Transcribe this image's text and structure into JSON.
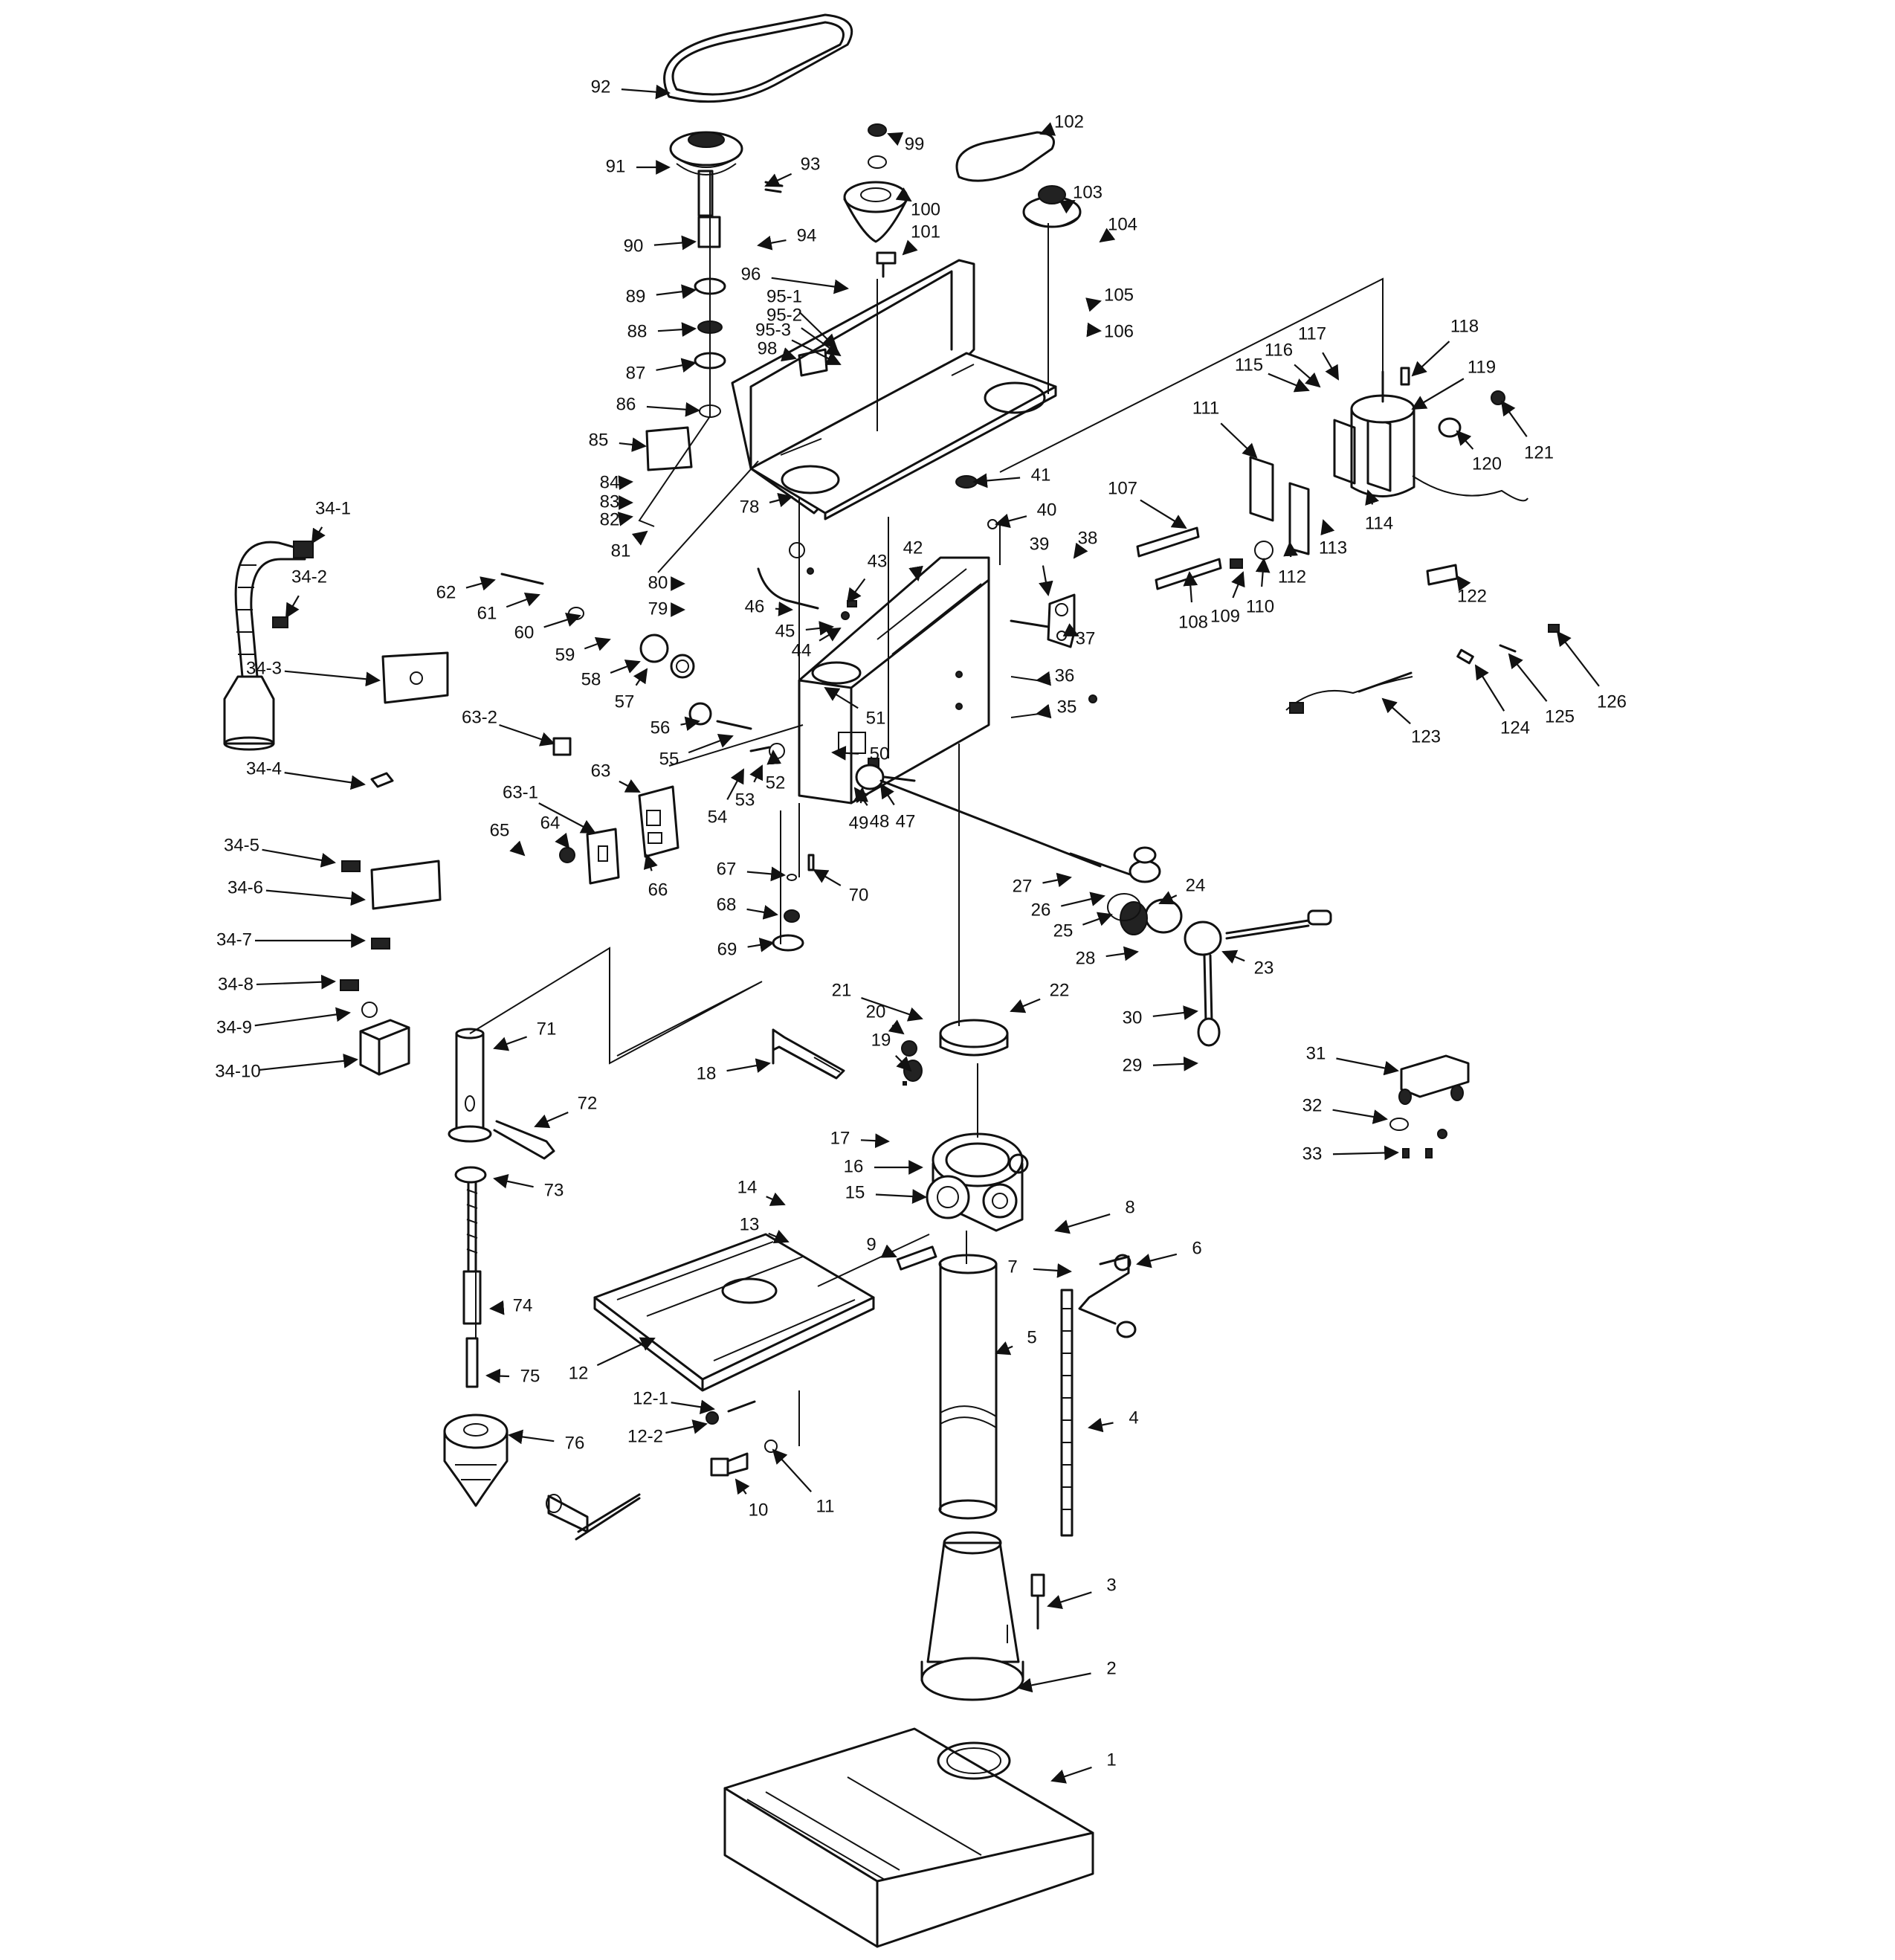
{
  "labels": [
    "1",
    "2",
    "3",
    "4",
    "5",
    "6",
    "7",
    "8",
    "9",
    "10",
    "11",
    "12",
    "12-1",
    "12-2",
    "13",
    "14",
    "15",
    "16",
    "17",
    "18",
    "19",
    "20",
    "21",
    "22",
    "23",
    "24",
    "25",
    "26",
    "27",
    "28",
    "29",
    "30",
    "31",
    "32",
    "33",
    "34-1",
    "34-2",
    "34-3",
    "34-4",
    "34-5",
    "34-6",
    "34-7",
    "34-8",
    "34-9",
    "34-10",
    "35",
    "36",
    "37",
    "38",
    "39",
    "40",
    "41",
    "42",
    "43",
    "44",
    "45",
    "46",
    "47",
    "48",
    "49",
    "50",
    "51",
    "52",
    "53",
    "54",
    "55",
    "56",
    "57",
    "58",
    "59",
    "60",
    "61",
    "62",
    "63",
    "63-1",
    "63-2",
    "64",
    "65",
    "66",
    "67",
    "68",
    "69",
    "70",
    "71",
    "72",
    "73",
    "74",
    "75",
    "76",
    "78",
    "79",
    "80",
    "81",
    "82",
    "83",
    "84",
    "85",
    "86",
    "87",
    "88",
    "89",
    "90",
    "91",
    "92",
    "93",
    "94",
    "95-1",
    "95-2",
    "95-3",
    "96",
    "98",
    "99",
    "100",
    "101",
    "102",
    "103",
    "104",
    "105",
    "106",
    "107",
    "108",
    "109",
    "110",
    "111",
    "112",
    "113",
    "114",
    "115",
    "116",
    "117",
    "118",
    "119",
    "120",
    "121",
    "122",
    "123",
    "124",
    "125",
    "126"
  ]
}
